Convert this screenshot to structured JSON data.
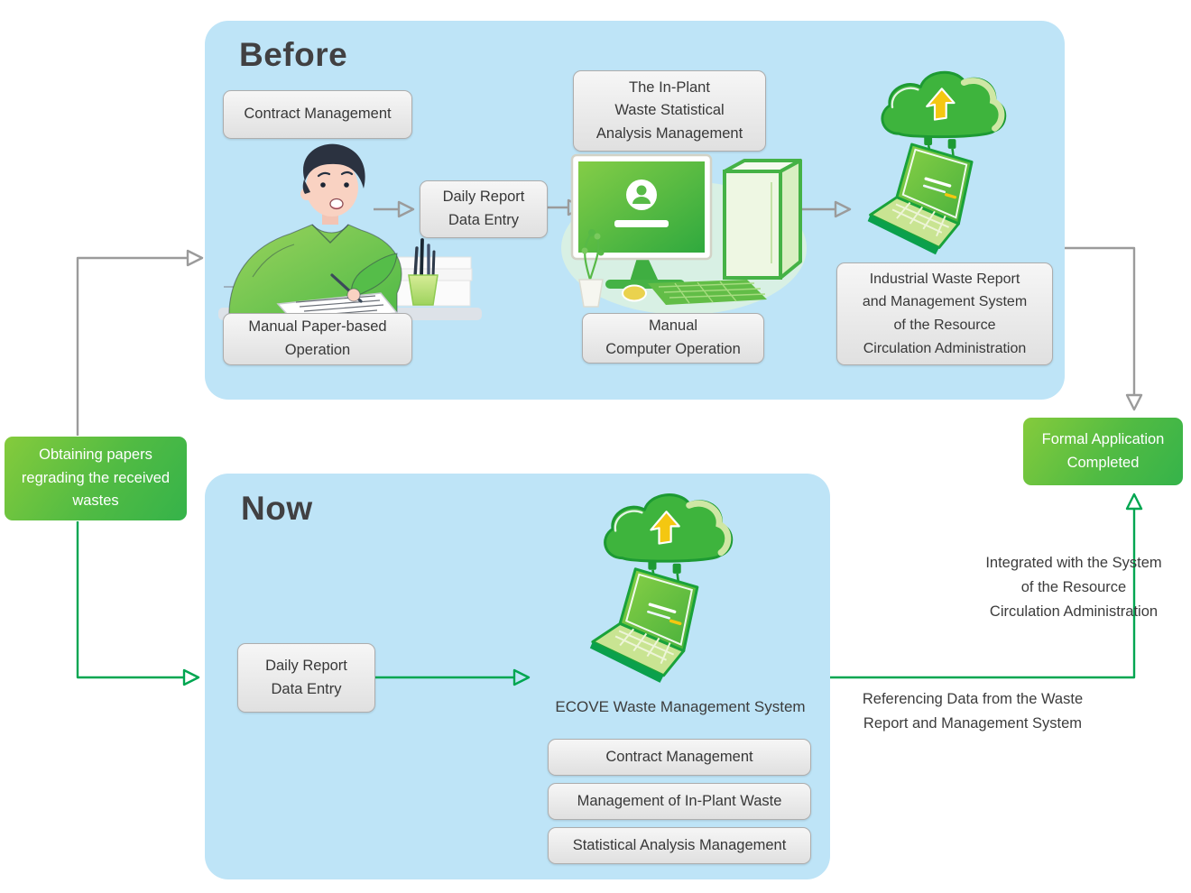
{
  "colors": {
    "panel_blue": "#bee4f7",
    "gray_box_border": "#adadad",
    "green_gradient_start": "#85cb3c",
    "green_gradient_end": "#35b34a",
    "gray_connector": "#9b9b9b",
    "green_connector": "#00a651",
    "title_text": "#414042",
    "body_text": "#383838"
  },
  "source_box": {
    "line1": "Obtaining papers",
    "line2": "regrading the received",
    "line3": "wastes"
  },
  "before": {
    "title": "Before",
    "contract_box": "Contract Management",
    "in_plant_box": {
      "line1": "The In-Plant",
      "line2": "Waste Statistical",
      "line3": "Analysis Management"
    },
    "daily_report_box": {
      "line1": "Daily Report",
      "line2": "Data Entry"
    },
    "manual_paper_box": {
      "line1": "Manual Paper-based",
      "line2": "Operation"
    },
    "manual_computer_box": {
      "line1": "Manual",
      "line2": "Computer Operation"
    },
    "industrial_box": {
      "line1": "Industrial Waste Report",
      "line2": "and Management System",
      "line3": "of the Resource",
      "line4": "Circulation Administration"
    }
  },
  "now": {
    "title": "Now",
    "daily_report_box": {
      "line1": "Daily Report",
      "line2": "Data Entry"
    },
    "system_label": "ECOVE Waste Management System",
    "feature_boxes": [
      "Contract Management",
      "Management of In-Plant Waste",
      "Statistical Analysis Management"
    ]
  },
  "result_box": {
    "line1": "Formal Application",
    "line2": "Completed"
  },
  "annotations": {
    "integrated": {
      "line1": "Integrated with the System",
      "line2": "of the Resource",
      "line3": "Circulation Administration"
    },
    "referencing": {
      "line1": "Referencing Data from the Waste",
      "line2": "Report and Management System"
    }
  },
  "icons": {
    "person_writing": "person-writing-icon",
    "desktop_computer": "desktop-computer-icon",
    "cloud_upload_laptop": "cloud-upload-laptop-icon"
  }
}
